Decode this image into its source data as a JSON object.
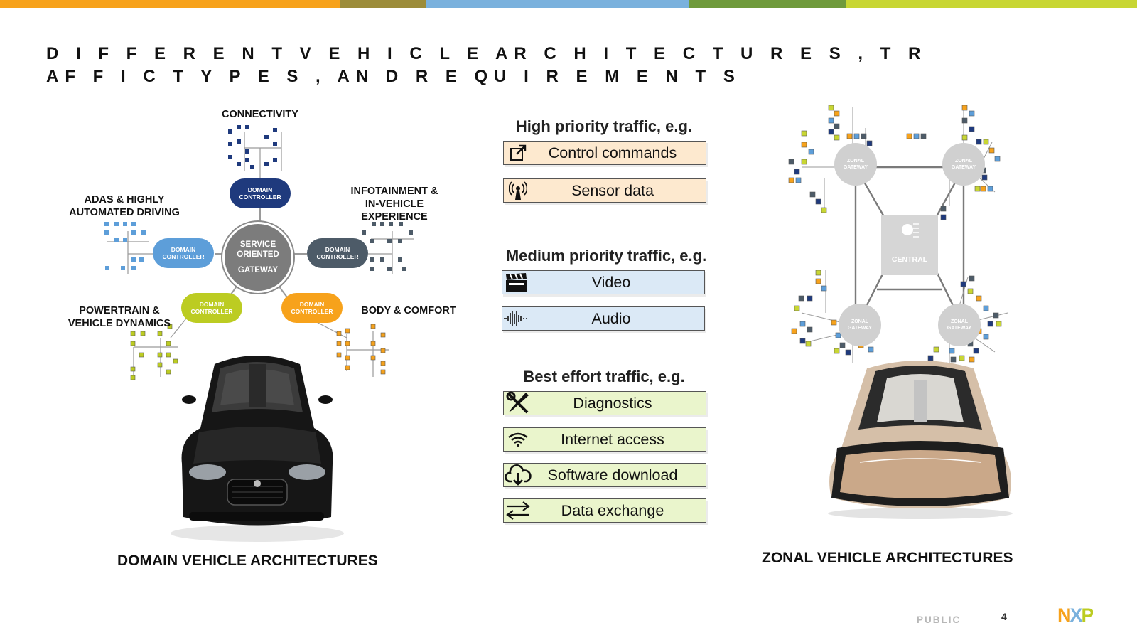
{
  "title": "D I F F E R E N T V E H I C L E  AR C H I T E C T U R E S , T R AF F I C T Y P E S ,  AN D R E QU I R E M E N T S",
  "brand_colors": {
    "bar": [
      "#f7a21b",
      "#9c8c3a",
      "#7ab1dd",
      "#6f9a3c",
      "#c8d633"
    ],
    "dc_navy": "#1f3a7d",
    "dc_lightblue": "#5d9ed9",
    "dc_slate": "#4d5b68",
    "dc_lime": "#bccc22",
    "dc_orange": "#f7a21b"
  },
  "domain": {
    "labels": {
      "connectivity": "CONNECTIVITY",
      "adas": "ADAS & HIGHLY AUTOMATED DRIVING",
      "infotainment": "INFOTAINMENT & IN-VEHICLE EXPERIENCE",
      "powertrain": "POWERTRAIN & VEHICLE DYNAMICS",
      "body": "BODY & COMFORT"
    },
    "controller_label": "DOMAIN CONTROLLER",
    "gateway": {
      "line1": "SERVICE",
      "line2": "ORIENTED",
      "line3": "GATEWAY"
    },
    "caption": "DOMAIN VEHICLE ARCHITECTURES"
  },
  "traffic": {
    "high": {
      "heading": "High priority traffic, e.g.",
      "items": [
        {
          "label": "Control commands",
          "icon": "external-link-icon"
        },
        {
          "label": "Sensor data",
          "icon": "antenna-icon"
        }
      ]
    },
    "medium": {
      "heading": "Medium priority traffic, e.g.",
      "items": [
        {
          "label": "Video",
          "icon": "clapperboard-icon"
        },
        {
          "label": "Audio",
          "icon": "waveform-icon"
        }
      ]
    },
    "best": {
      "heading": "Best effort traffic, e.g.",
      "items": [
        {
          "label": "Diagnostics",
          "icon": "tools-icon"
        },
        {
          "label": "Internet access",
          "icon": "wifi-icon"
        },
        {
          "label": "Software download",
          "icon": "cloud-download-icon"
        },
        {
          "label": "Data exchange",
          "icon": "exchange-arrows-icon"
        }
      ]
    }
  },
  "zonal": {
    "gateway_label": "ZONAL GATEWAY",
    "central_label": "CENTRAL",
    "caption": "ZONAL VEHICLE ARCHITECTURES"
  },
  "footer": {
    "public": "PUBLIC",
    "page": "4",
    "logo": "NXP"
  }
}
